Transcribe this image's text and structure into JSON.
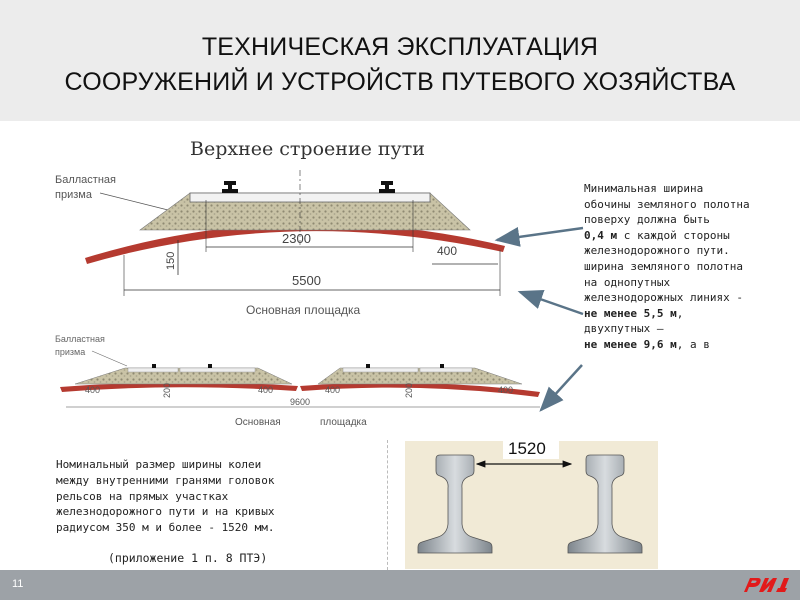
{
  "header": {
    "title_line1": "ТЕХНИЧЕСКАЯ ЭКСПЛУАТАЦИЯ",
    "title_line2": "СООРУЖЕНИЙ И УСТРОЙСТВ ПУТЕВОГО ХОЗЯЙСТВА"
  },
  "diagram_top": {
    "title": "Верхнее строение пути",
    "ballast_label_1": "Балластная",
    "ballast_label_2": "призма",
    "dim_2300": "2300",
    "dim_400": "400",
    "dim_150": "150",
    "dim_5500": "5500",
    "base_label": "Основная площадка"
  },
  "diagram_double": {
    "ballast_label_1": "Балластная",
    "ballast_label_2": "призма",
    "dim_400_a": "400",
    "dim_400_b": "400",
    "dim_400_c": "400",
    "dim_400_d": "400",
    "dim_200_a": "200",
    "dim_200_b": "200",
    "dim_9600": "9600",
    "base_label_1": "Основная",
    "base_label_2": "площадка"
  },
  "right_text": {
    "l1": "Минимальная ширина",
    "l2": "обочины земляного полотна",
    "l3": "поверху должна быть",
    "l4_bold": "0,4 м",
    "l4_rest": " с каждой стороны",
    "l5": "железнодорожного пути.",
    "l6": "ширина земляного полотна",
    "l7": "на однопутных",
    "l8": "железнодорожных линиях -",
    "l9_bold": "не менее 5,5 м",
    "l9_rest": ",",
    "l10": "двухпутных –",
    "l11_bold": "не менее 9,6 м",
    "l11_rest": ", а в"
  },
  "bottom_text": {
    "l1": "Номинальный размер ширины колеи",
    "l2": "между внутренними гранями головок",
    "l3": "рельсов на прямых участках",
    "l4": "железнодорожного пути и на кривых",
    "l5": "радиусом 350 м и более - 1520 мм.",
    "ref": "(приложение 1 п. 8 ПТЭ)"
  },
  "rail_diagram": {
    "gauge_label": "1520"
  },
  "footer": {
    "page_number": "11"
  },
  "colors": {
    "header_bg": "#ececec",
    "footer_bg": "#9da2a7",
    "logo_red": "#e21a1a",
    "soil_red": "#b53a30",
    "ballast": "#c7c2a8",
    "arrow": "#5a7488"
  }
}
